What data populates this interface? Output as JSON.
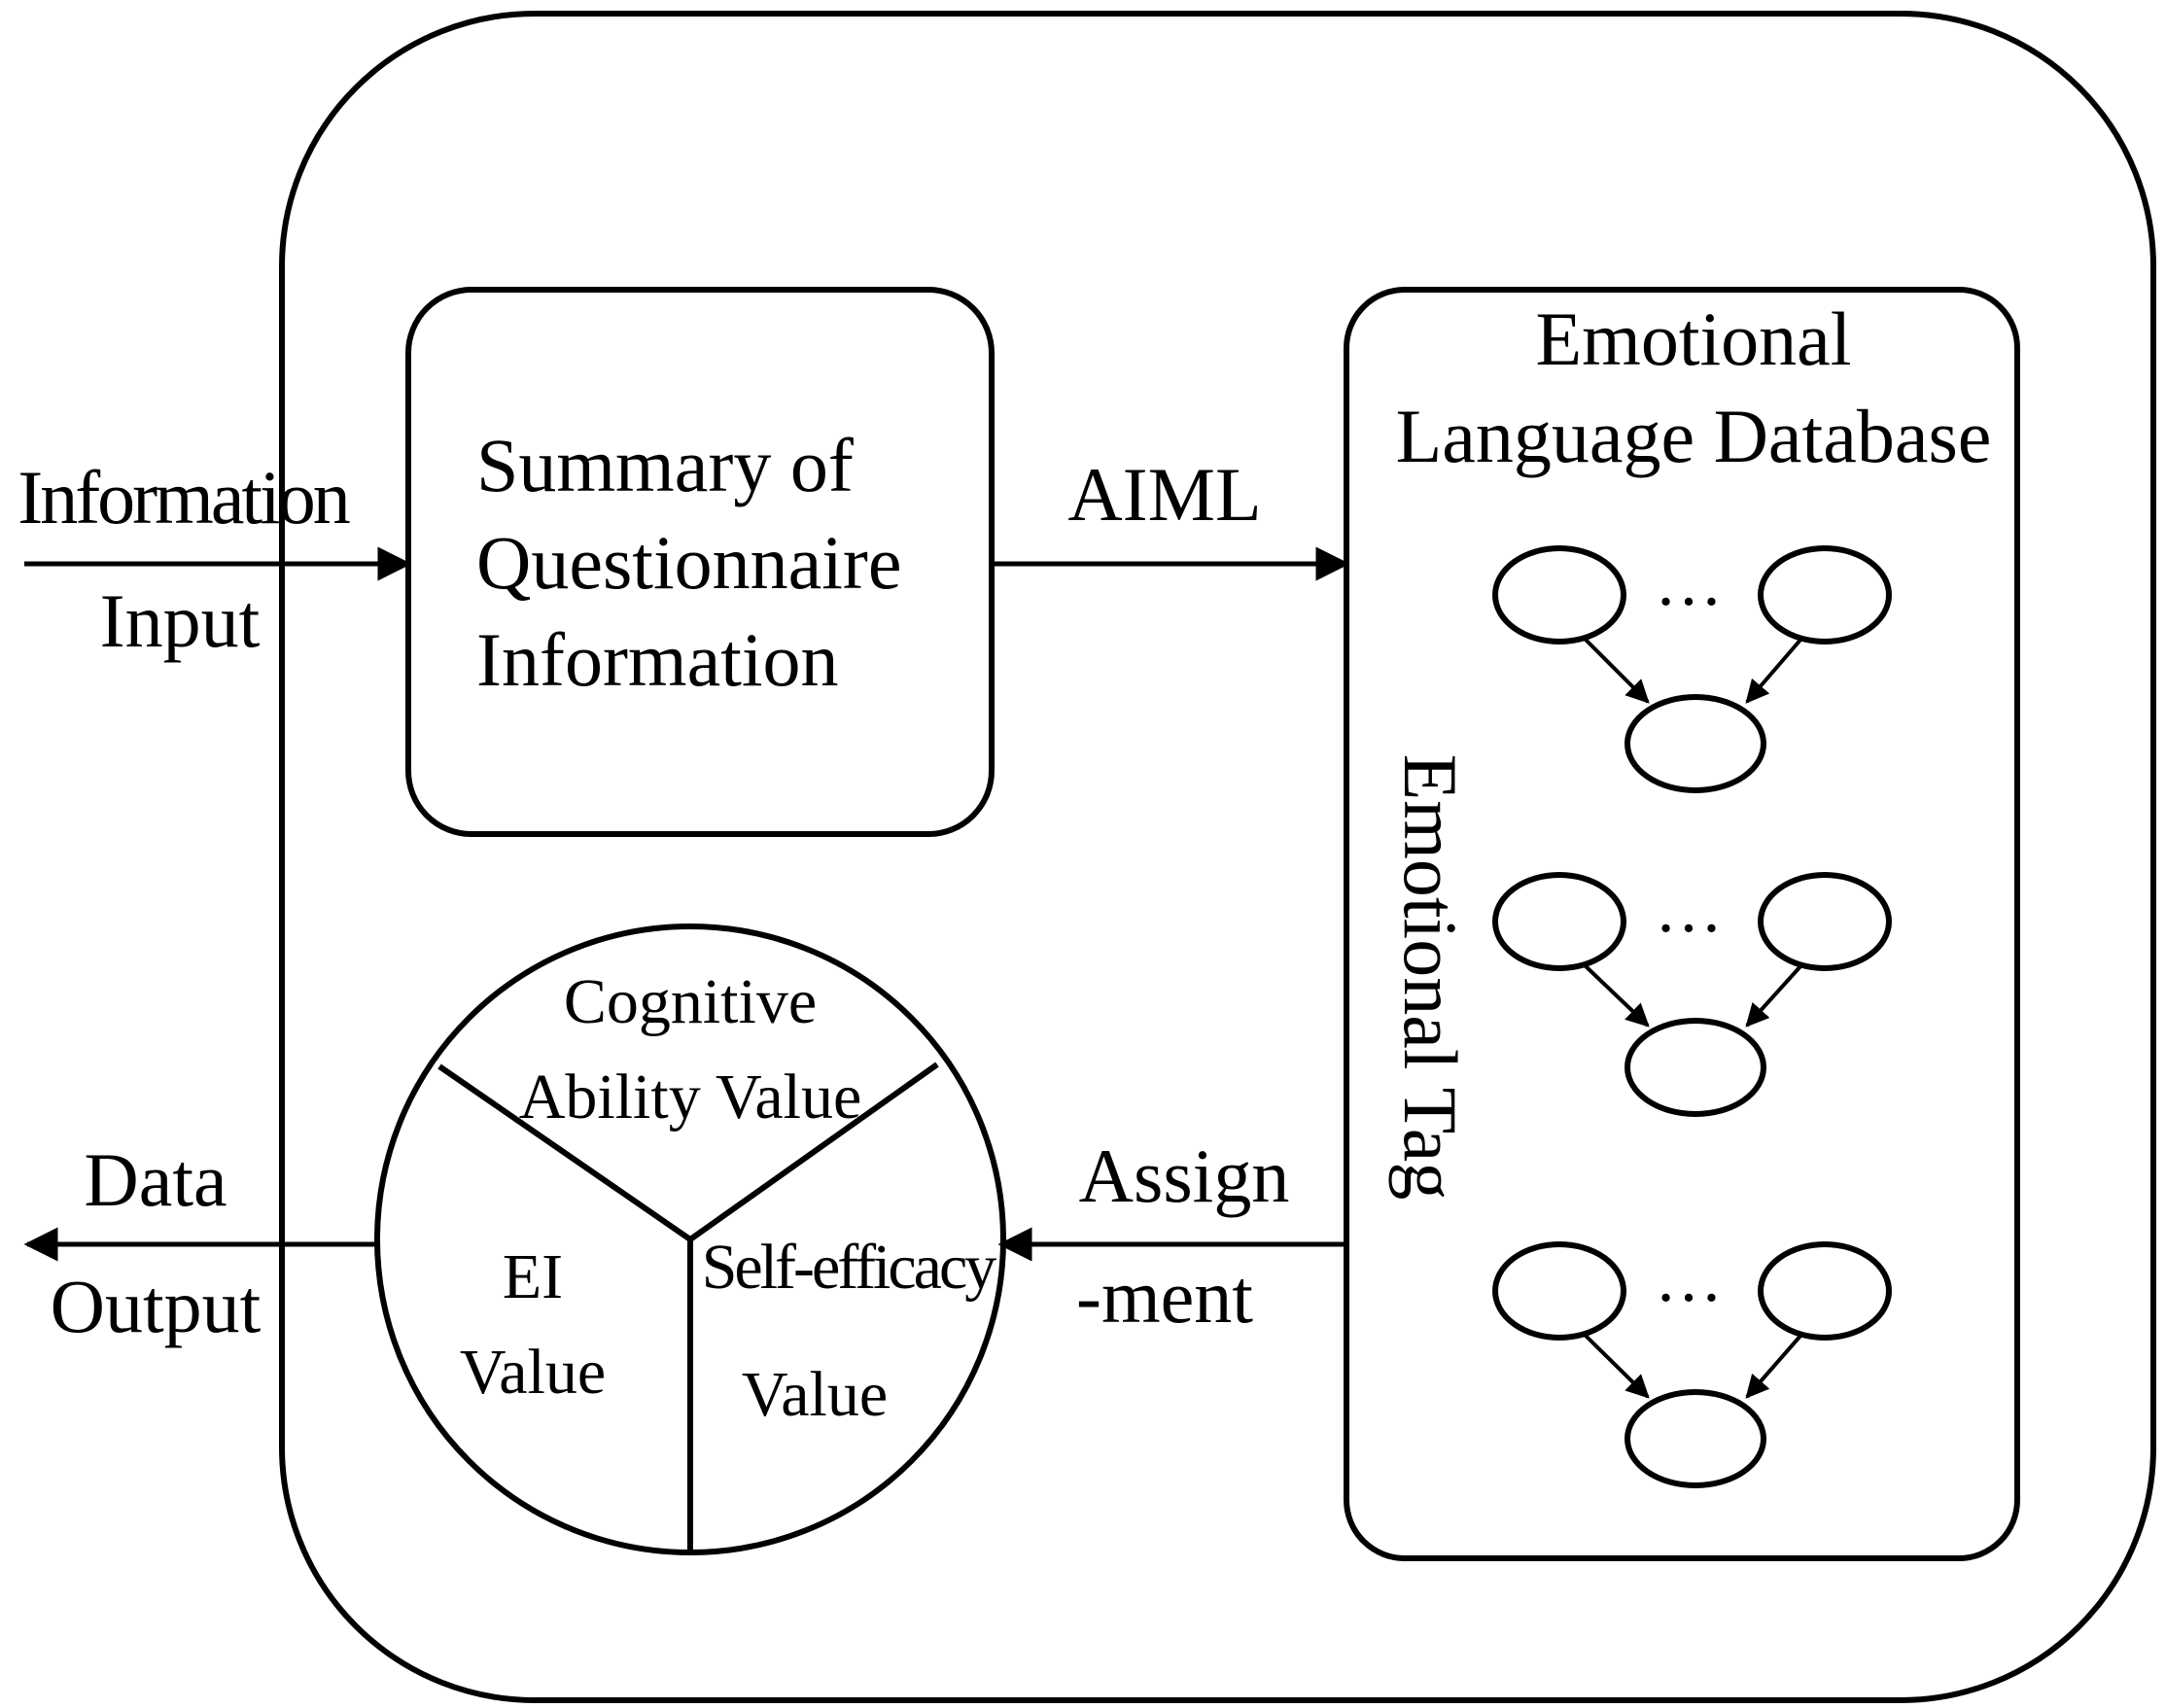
{
  "labels": {
    "input_line1": "Information",
    "input_line2": "Input",
    "summary_line1": "Summary of",
    "summary_line2": "Questionnaire",
    "summary_line3": "Information",
    "aiml": "AIML",
    "database_line1": "Emotional",
    "database_line2": "Language Database",
    "emotional_tag": "Emotional Tag",
    "assignment_line1": "Assign",
    "assignment_line2": "-ment",
    "output_line1": "Data",
    "output_line2": "Output",
    "cognitive_line1": "Cognitive",
    "cognitive_line2": "Ability Value",
    "ei_line1": "EI",
    "ei_line2": "Value",
    "self_efficacy_line1": "Self-efficacy",
    "self_efficacy_line2": "Value",
    "ellipsis": "…"
  },
  "colors": {
    "stroke": "#000000",
    "background": "#ffffff"
  }
}
